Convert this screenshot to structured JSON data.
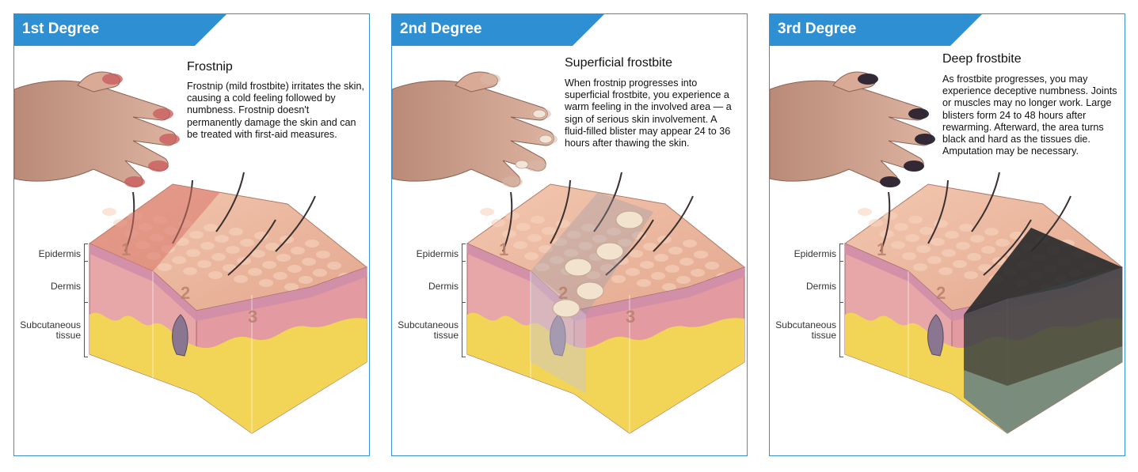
{
  "panels": [
    {
      "degree": "1st Degree",
      "title": "Frostnip",
      "description": "Frostnip (mild frostbite) irritates the skin, causing a cold feeling followed by numbness. Frostnip doesn't permanently damage the skin and can be treated with first-aid measures.",
      "severity": "mild",
      "fingertip_color": "#c8585a"
    },
    {
      "degree": "2nd Degree",
      "title": "Superficial frostbite",
      "description": "When frostnip progresses into superficial frostbite, you experience a warm feeling in the involved area — a sign of serious skin involvement. A fluid-filled blister may appear 24 to 36 hours after thawing the skin.",
      "severity": "blisters",
      "fingertip_color": "#d8b8a8"
    },
    {
      "degree": "3rd Degree",
      "title": "Deep frostbite",
      "description": "As frostbite progresses, you may experience deceptive numbness. Joints or muscles may no longer work. Large blisters form 24 to 48 hours after rewarming. Afterward, the area turns black and hard as the tissues die. Amputation may be necessary.",
      "severity": "necrosis",
      "fingertip_color": "#2a2230"
    }
  ],
  "layers": {
    "epidermis": "Epidermis",
    "dermis": "Dermis",
    "subcutaneous_line1": "Subcutaneous",
    "subcutaneous_line2": "tissue"
  },
  "zone_numbers": [
    "1",
    "2",
    "3"
  ],
  "colors": {
    "header_blue": "#2f8fd3",
    "border_blue": "#3a8fd0",
    "skin": "#e8b49a",
    "dermis": "#e7a7a9",
    "fat": "#f2d456",
    "frostnip": "#d9756a",
    "necrosis": "#2b2b2e"
  }
}
